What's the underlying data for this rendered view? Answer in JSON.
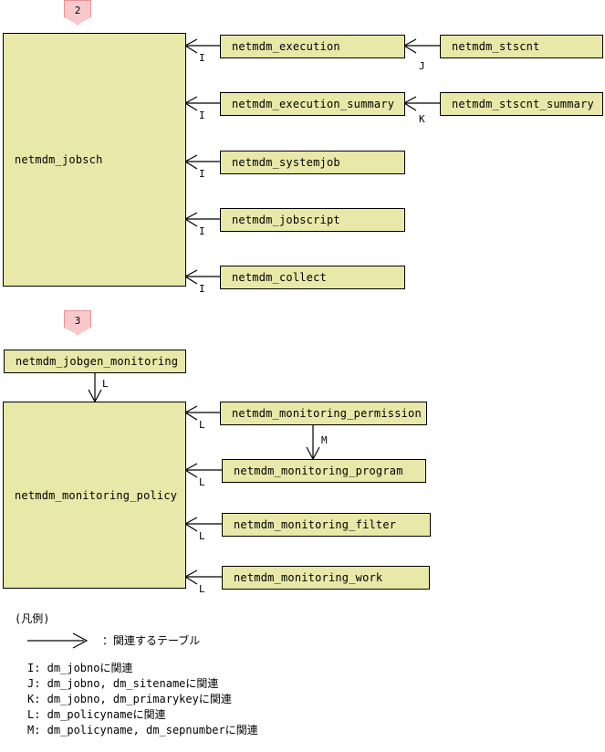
{
  "sections": [
    {
      "badge": "2",
      "root": {
        "label": "netmdm_jobsch"
      },
      "middle": [
        {
          "label": "netmdm_execution"
        },
        {
          "label": "netmdm_execution_summary"
        },
        {
          "label": "netmdm_systemjob"
        },
        {
          "label": "netmdm_jobscript"
        },
        {
          "label": "netmdm_collect"
        }
      ],
      "right": [
        {
          "label": "netmdm_stscnt"
        },
        {
          "label": "netmdm_stscnt_summary"
        }
      ],
      "relations": [
        "I",
        "I",
        "I",
        "I",
        "I",
        "J",
        "K"
      ]
    },
    {
      "badge": "3",
      "top": {
        "label": "netmdm_jobgen_monitoring"
      },
      "root": {
        "label": "netmdm_monitoring_policy"
      },
      "middle": [
        {
          "label": "netmdm_monitoring_permission"
        },
        {
          "label": "netmdm_monitoring_program"
        },
        {
          "label": "netmdm_monitoring_filter"
        },
        {
          "label": "netmdm_monitoring_work"
        }
      ],
      "relations": [
        "L",
        "L",
        "L",
        "L",
        "L",
        "M"
      ]
    }
  ],
  "legend": {
    "title": "(凡例)",
    "arrow_meaning": "：関連するテーブル",
    "entries": [
      "I: dm_jobnoに関連",
      "J: dm_jobno, dm_sitenameに関連",
      "K: dm_jobno, dm_primarykeyに関連",
      "L: dm_policynameに関連",
      "M: dm_policyname, dm_sepnumberに関連"
    ]
  },
  "colors": {
    "entity_fill": "#E8E8A8",
    "entity_border": "#000000",
    "badge_fill": "#F7C9CB",
    "badge_border": "#E79295",
    "line": "#000000"
  }
}
